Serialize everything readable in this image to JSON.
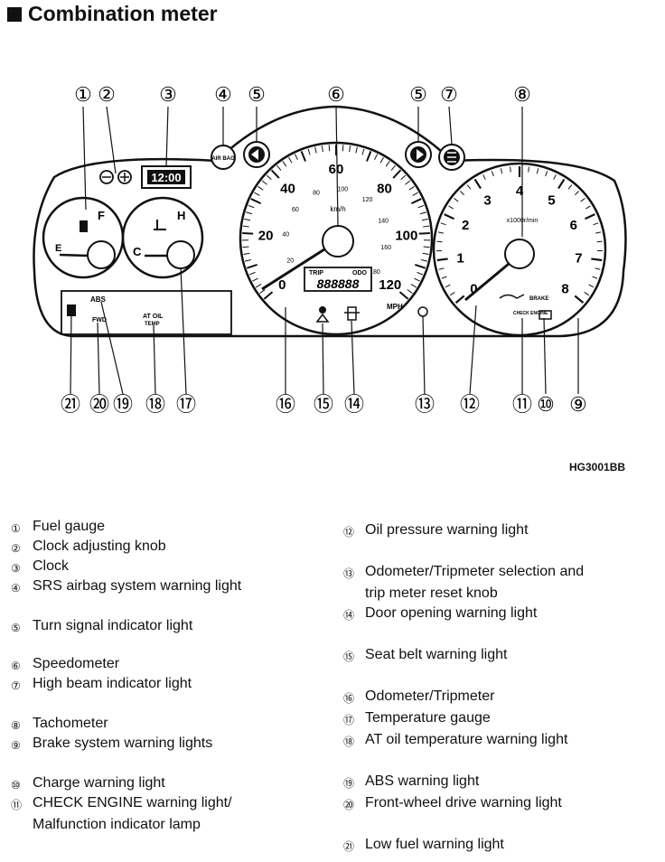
{
  "title": "Combination meter",
  "figure_code": "HG3001BB",
  "callouts_top": [
    "①",
    "②",
    "③",
    "④",
    "⑤",
    "⑥",
    "⑤",
    "⑦",
    "⑧"
  ],
  "callouts_bottom": [
    "㉑",
    "⑳",
    "⑲",
    "⑱",
    "⑰",
    "⑯",
    "⑮",
    "⑭",
    "⑬",
    "⑫",
    "⑪",
    "⑩",
    "⑨"
  ],
  "gauges": {
    "fuel": {
      "full": "F",
      "empty": "E"
    },
    "temp": {
      "hot": "H",
      "cold": "C"
    },
    "speedometer": {
      "mph_labels": [
        "0",
        "20",
        "40",
        "60",
        "80",
        "100",
        "120"
      ],
      "kmh_labels": [
        "20",
        "40",
        "60",
        "80",
        "100",
        "120",
        "140",
        "160",
        "180"
      ],
      "unit_kmh": "km/h",
      "unit_mph": "MPH",
      "lcd_trip": "TRIP",
      "lcd_odo": "ODO",
      "lcd_digits": "888888"
    },
    "tachometer": {
      "labels": [
        "0",
        "1",
        "2",
        "3",
        "4",
        "5",
        "6",
        "7",
        "8"
      ],
      "unit": "x1000r/min",
      "brake": "BRAKE",
      "check_engine": "CHECK ENGINE"
    },
    "clock_display": "12:00",
    "airbag": "AIR BAG",
    "warning_panel": {
      "abs": "ABS",
      "fwd": "FWD",
      "at_oil_1": "AT OIL",
      "at_oil_2": "TEMP"
    }
  },
  "legend_left": [
    {
      "num": "①",
      "text": "Fuel gauge"
    },
    {
      "num": "②",
      "text": "Clock adjusting knob"
    },
    {
      "num": "③",
      "text": "Clock"
    },
    {
      "num": "④",
      "text": "SRS airbag system warning light"
    },
    {
      "num": "⑤",
      "text": "Turn signal indicator light"
    },
    {
      "num": "⑥",
      "text": "Speedometer"
    },
    {
      "num": "⑦",
      "text": "High beam indicator light"
    },
    {
      "num": "⑧",
      "text": "Tachometer"
    },
    {
      "num": "⑨",
      "text": "Brake system warning lights"
    },
    {
      "num": "⑩",
      "text": "Charge warning light"
    },
    {
      "num": "⑪",
      "text": "CHECK ENGINE warning light/",
      "text2": "Malfunction indicator lamp"
    }
  ],
  "legend_right": [
    {
      "num": "⑫",
      "text": "Oil pressure warning light"
    },
    {
      "num": "⑬",
      "text": "Odometer/Tripmeter selection and",
      "text2": "trip meter reset knob"
    },
    {
      "num": "⑭",
      "text": "Door opening warning light"
    },
    {
      "num": "⑮",
      "text": "Seat belt warning light"
    },
    {
      "num": "⑯",
      "text": "Odometer/Tripmeter"
    },
    {
      "num": "⑰",
      "text": "Temperature gauge"
    },
    {
      "num": "⑱",
      "text": "AT oil temperature warning light"
    },
    {
      "num": "⑲",
      "text": "ABS warning light"
    },
    {
      "num": "⑳",
      "text": "Front-wheel drive warning light"
    },
    {
      "num": "㉑",
      "text": "Low fuel warning light"
    }
  ]
}
